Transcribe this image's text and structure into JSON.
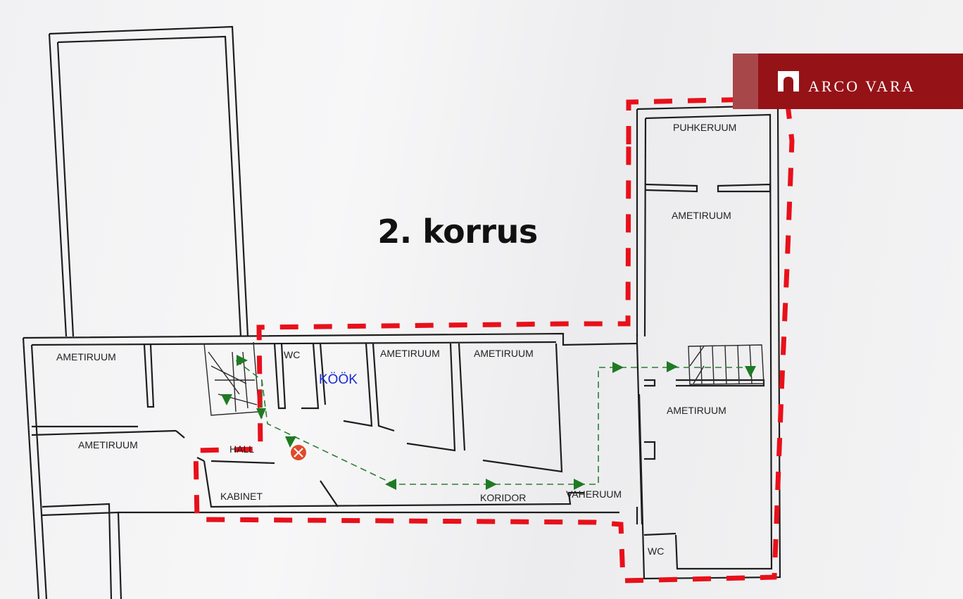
{
  "title": "2. korrus",
  "logo": {
    "name": "ARCO VARA",
    "color": "#951217"
  },
  "rooms": {
    "puhkeruum": "PUHKERUUM",
    "ametiruum_right_top": "AMETIRUUM",
    "ametiruum_left_top": "AMETIRUUM",
    "ametiruum_left_mid": "AMETIRUUM",
    "ametiruum_center_1": "AMETIRUUM",
    "ametiruum_center_2": "AMETIRUUM",
    "ametiruum_right_lower": "AMETIRUUM",
    "wc_top": "WC",
    "wc_bottom": "WC",
    "kook": "KÖÖK",
    "hall": "HALL",
    "kabinet": "KABINET",
    "koridor": "KORIDOR",
    "vaheruum": "VAHERUUM"
  },
  "colors": {
    "boundary": "#e8101a",
    "route": "#2e7d32",
    "walls": "#1e1e1e",
    "kook_label": "#1a2ad0"
  }
}
